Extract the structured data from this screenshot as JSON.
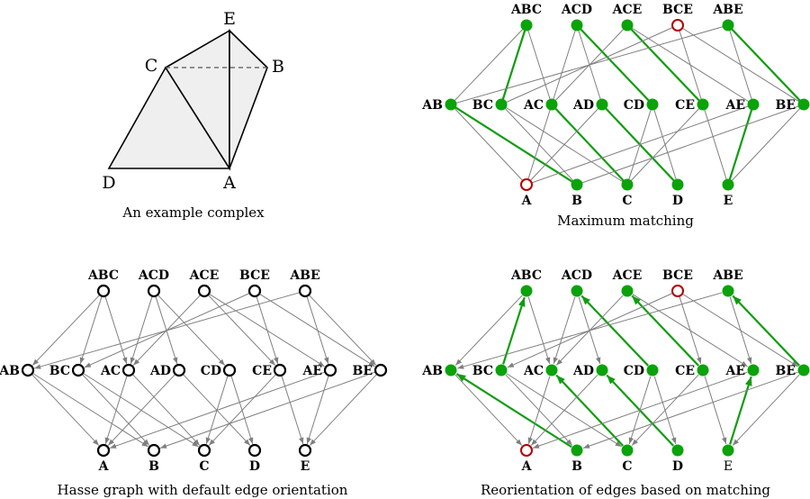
{
  "colors": {
    "match_green": "#0f9d0f",
    "node_green": "#0aa30a",
    "unmatched_red": "#b00000",
    "edge_gray": "#7f7f7f",
    "fill_light": "#efefef"
  },
  "complex": {
    "caption": "An example complex",
    "vertices": {
      "E": "E",
      "C": "C",
      "B": "B",
      "D": "D",
      "A": "A"
    }
  },
  "nodes": {
    "top": [
      "ABC",
      "ACD",
      "ACE",
      "BCE",
      "ABE"
    ],
    "mid": [
      "AB",
      "BC",
      "AC",
      "AD",
      "CD",
      "CE",
      "AE",
      "BE"
    ],
    "bottom": [
      "A",
      "B",
      "C",
      "D",
      "E"
    ]
  },
  "unmatched": [
    "BCE",
    "A"
  ],
  "matching": [
    [
      "ABC",
      "BC"
    ],
    [
      "ACD",
      "CD"
    ],
    [
      "ACE",
      "CE"
    ],
    [
      "ABE",
      "BE"
    ],
    [
      "AB",
      "B"
    ],
    [
      "AC",
      "C"
    ],
    [
      "AD",
      "D"
    ],
    [
      "AE",
      "E"
    ]
  ],
  "panels": {
    "matching": {
      "caption": "Maximum matching"
    },
    "hasse": {
      "caption": "Hasse graph with default edge orientation"
    },
    "reorient": {
      "caption": "Reorientation of edges based on matching"
    }
  }
}
